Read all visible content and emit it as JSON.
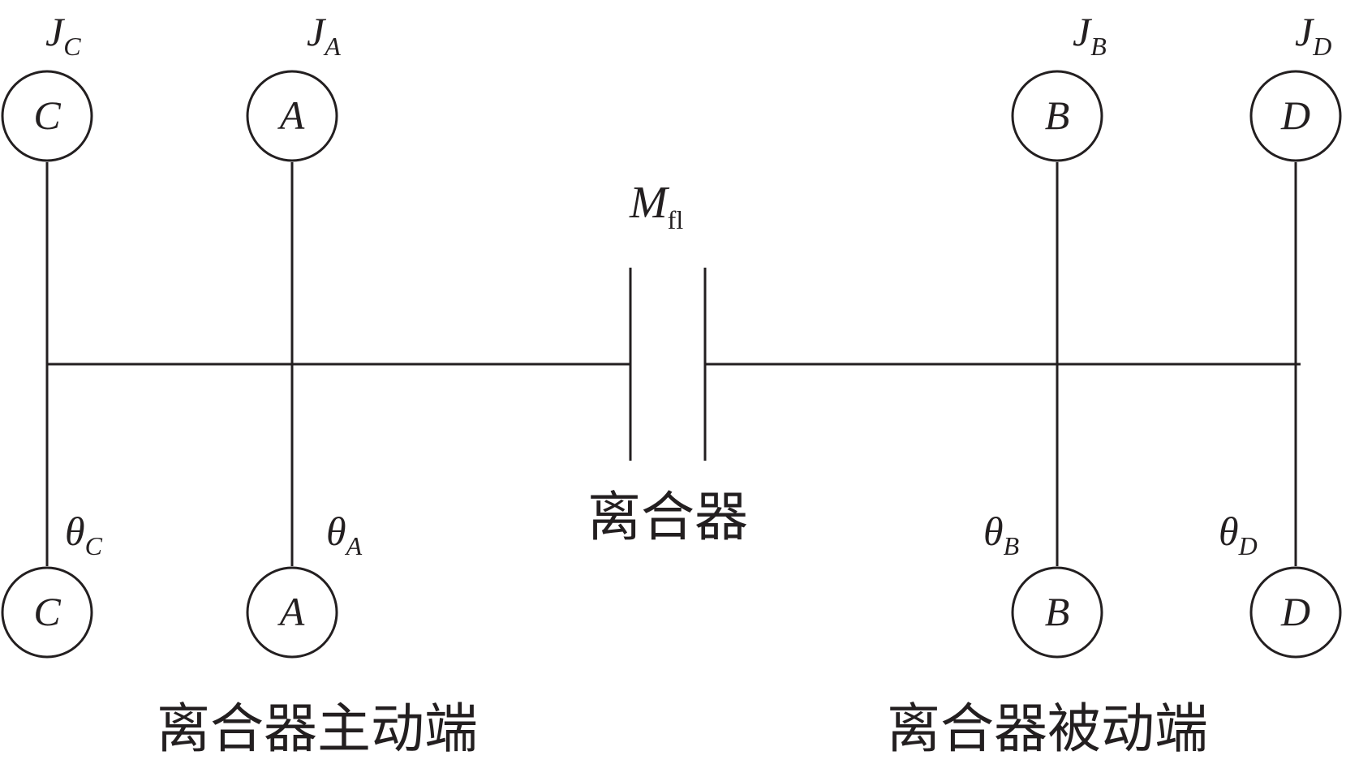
{
  "diagram": {
    "nodes": [
      {
        "id": "C",
        "inertia": {
          "base": "J",
          "sub": "C"
        },
        "angle": {
          "base": "θ",
          "sub": "C"
        }
      },
      {
        "id": "A",
        "inertia": {
          "base": "J",
          "sub": "A"
        },
        "angle": {
          "base": "θ",
          "sub": "A"
        }
      },
      {
        "id": "B",
        "inertia": {
          "base": "J",
          "sub": "B"
        },
        "angle": {
          "base": "θ",
          "sub": "B"
        }
      },
      {
        "id": "D",
        "inertia": {
          "base": "J",
          "sub": "D"
        },
        "angle": {
          "base": "θ",
          "sub": "D"
        }
      }
    ],
    "clutch": {
      "torque_base": "M",
      "torque_sub": "fl",
      "label": "离合器"
    },
    "drive_side_label": "离合器主动端",
    "driven_side_label": "离合器被动端"
  }
}
